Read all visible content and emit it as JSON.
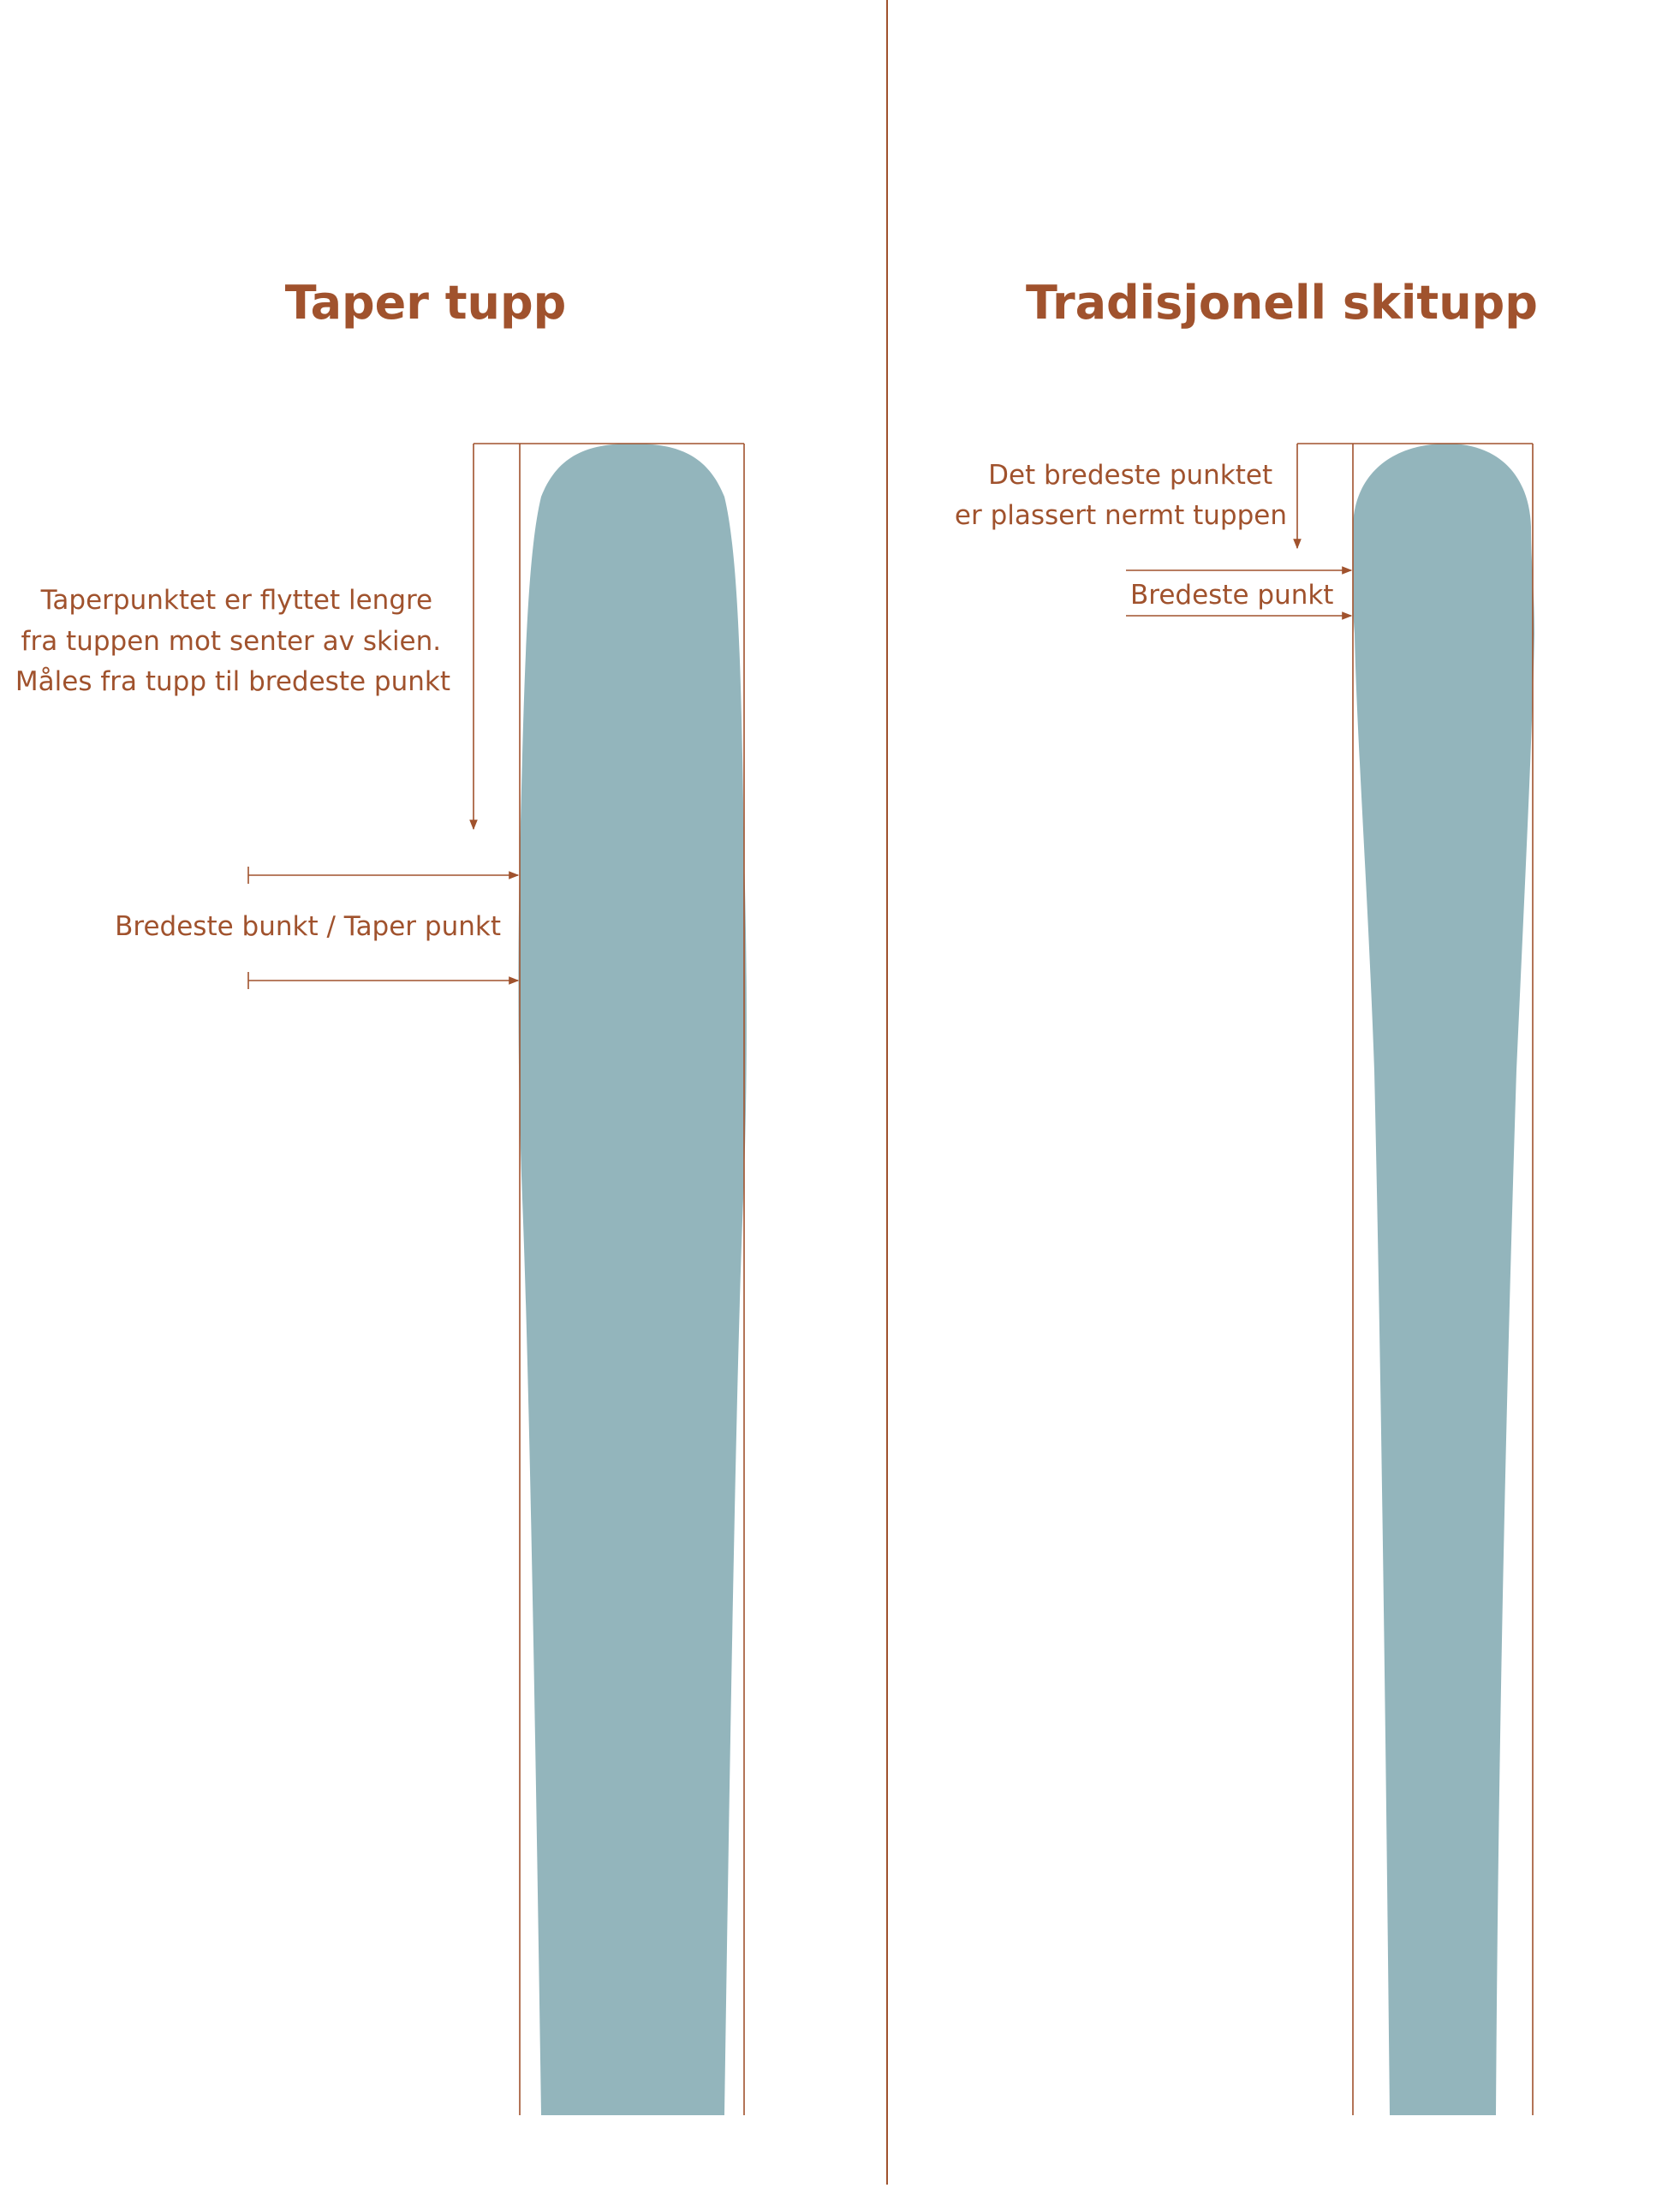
{
  "colors": {
    "accent": "#A0522D",
    "ski_fill": "#93B5BC",
    "background": "#FFFFFF"
  },
  "left_panel": {
    "title": "Taper tupp",
    "note_lines": [
      "Taperpunktet er flyttet lengre",
      "fra tuppen mot senter av skien.",
      "Måles fra tupp til bredeste punkt"
    ],
    "widest_label": "Bredeste bunkt / Taper punkt"
  },
  "right_panel": {
    "title": "Tradisjonell skitupp",
    "note_lines": [
      "Det bredeste punktet",
      "er plassert nermt tuppen"
    ],
    "widest_label": "Bredeste punkt"
  }
}
